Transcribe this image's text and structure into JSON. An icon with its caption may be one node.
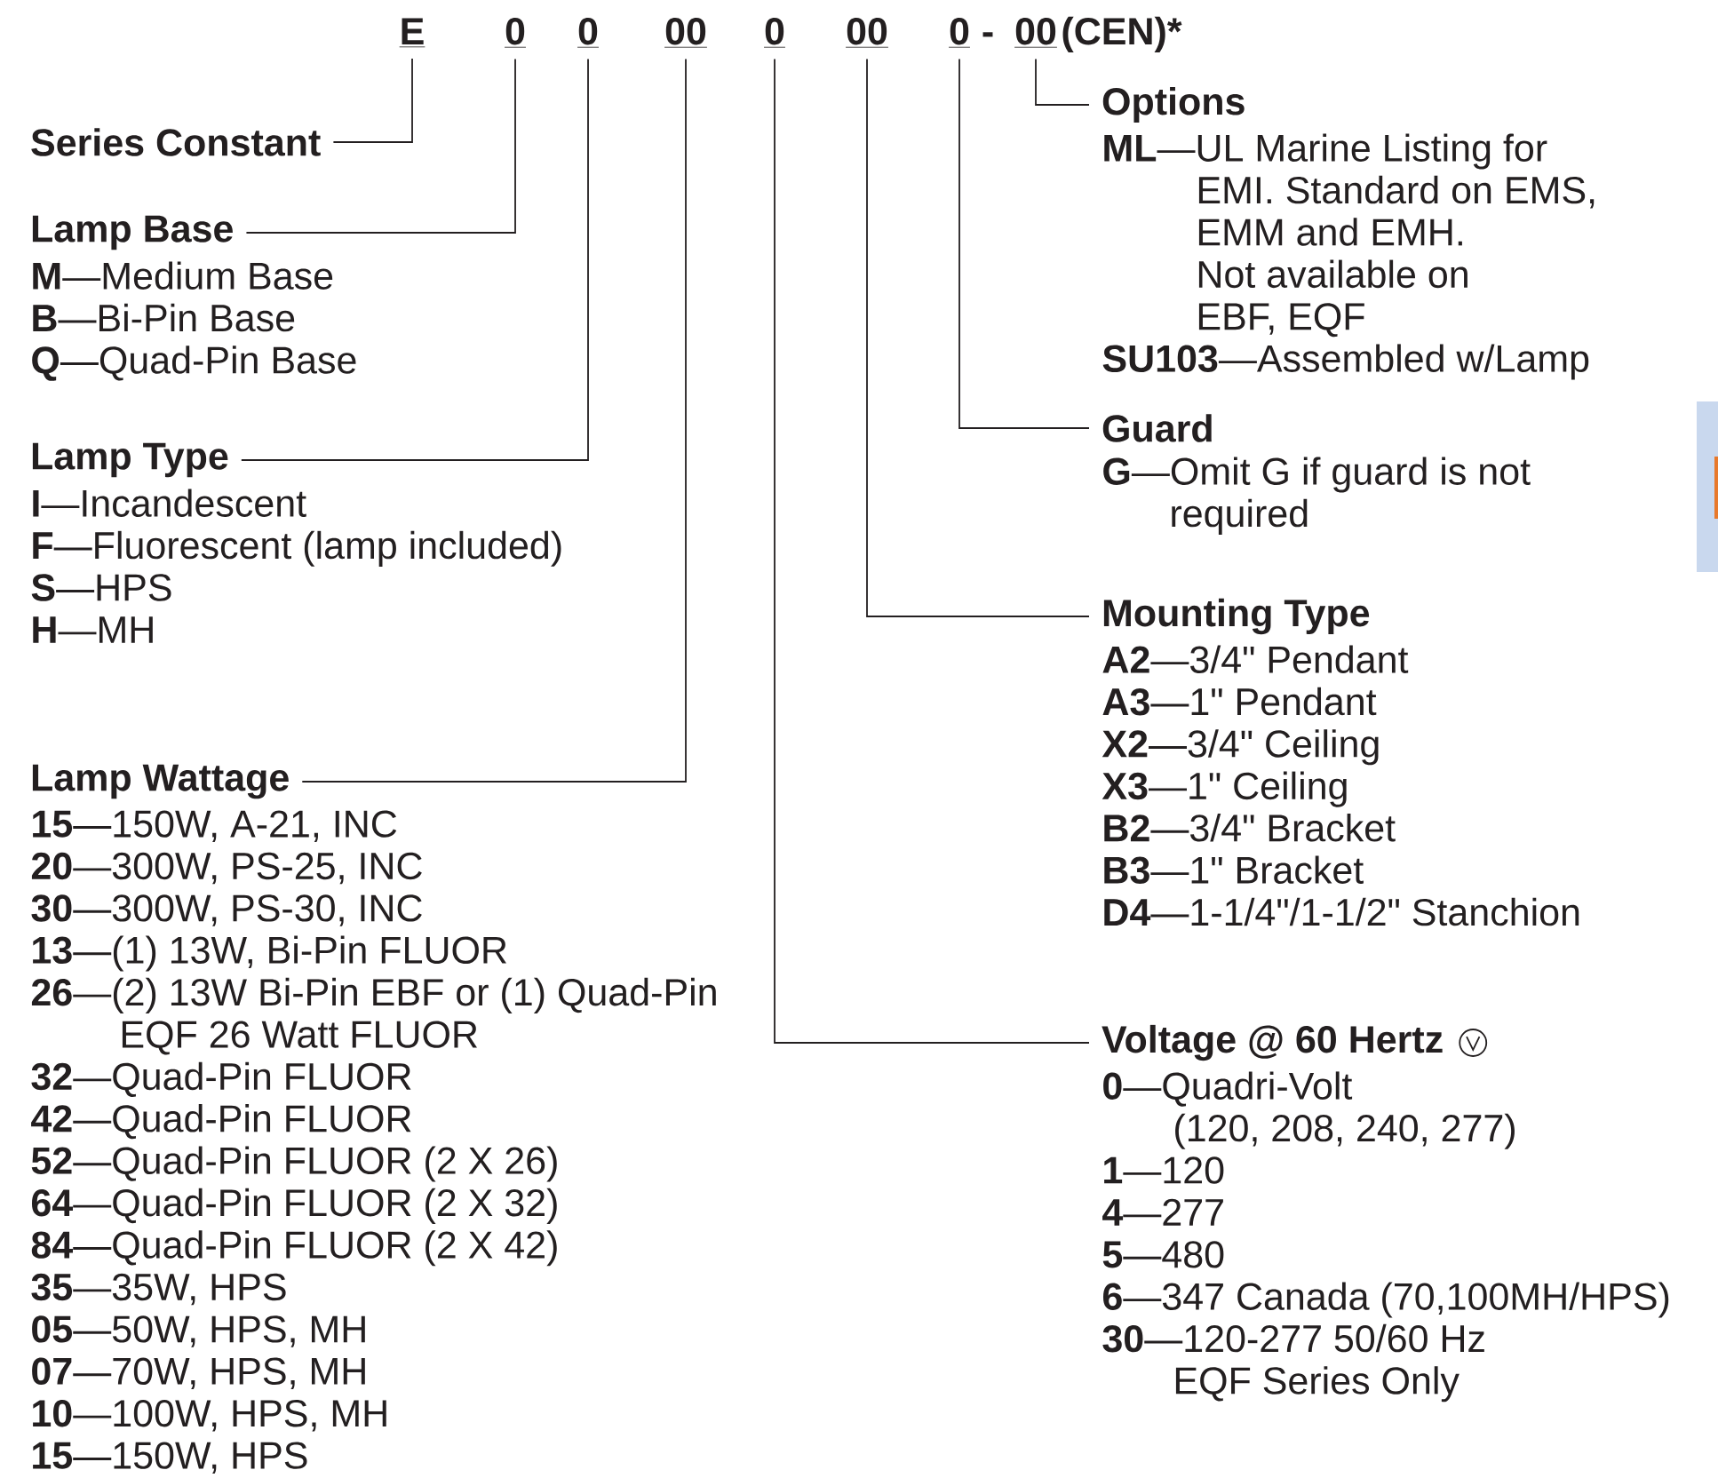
{
  "diagram": {
    "nodes": [
      {
        "text": [
          "E"
        ]
      },
      {
        "text": [
          "0"
        ]
      },
      {
        "text": [
          "0"
        ]
      },
      {
        "text": [
          "00"
        ]
      },
      {
        "text": [
          "0"
        ]
      },
      {
        "text": [
          "00"
        ]
      },
      {
        "text": [
          "0"
        ]
      },
      {
        "text": [
          "00"
        ]
      },
      {
        "text": [
          "Series Constant"
        ]
      },
      {
        "text": [
          "Lamp Base",
          "**M**—Medium Base",
          "**B**—Bi-Pin Base",
          "**Q**—Quad-Pin Base"
        ]
      },
      {
        "text": [
          "Lamp Type",
          "**I**—Incandescent",
          "**F**—Fluorescent (lamp included)",
          "**S**—HPS",
          "**H**—MH"
        ]
      },
      {
        "text": [
          "Lamp Wattage",
          "**15**—150W, A-21, INC",
          "**20**—300W, PS-25, INC",
          "**30**—300W, PS-30, INC",
          "**13**—(1) 13W, Bi-Pin FLUOR",
          "**26**—(2) 13W Bi-Pin EBF or (1) Quad-Pin EQF 26 Watt FLUOR",
          "**32**—Quad-Pin FLUOR",
          "**42**—Quad-Pin FLUOR",
          "**52**—Quad-Pin FLUOR (2 X 26)",
          "**64**—Quad-Pin FLUOR (2 X 32)",
          "**84**—Quad-Pin FLUOR (2 X 42)",
          "**35**—35W, HPS",
          "**05**—50W, HPS, MH",
          "**07**—70W, HPS, MH",
          "**10**—100W, HPS, MH",
          "**15**—150W, HPS"
        ]
      },
      {
        "text": [
          "Options",
          "**ML**—UL Marine Listing for EMI. Standard on EMS, EMM and EMH.",
          "Not available on EBF, EQF",
          "**SU103**—Assembled w/Lamp"
        ]
      },
      {
        "text": [
          "Guard",
          "**G**—Omit G if guard is not required"
        ]
      },
      {
        "text": [
          "Mounting Type",
          "**A2**—3/4\" Pendant",
          "**A3**—1\" Pendant",
          "**X2**—3/4\" Ceiling",
          "**X3**—1\" Ceiling",
          "**B2**—3/4\" Bracket",
          "**B3**—1\" Bracket",
          "**D4**—1-1/4\"/1-1/2\" Stanchion"
        ]
      },
      {
        "text": [
          "Voltage @ 60 Hertz",
          "**0**—Quadri-Volt (120, 208, 240, 277)",
          "**1**—120",
          "**4**—277",
          "**5**—480",
          "**6**—347 Canada (70,100MH/HPS)",
          "**30**—120-277 50/60 Hz EQF Series Only"
        ]
      }
    ],
    "edges": [
      {
        "from": 0,
        "to": 8,
        "arrow": "none"
      },
      {
        "from": 1,
        "to": 9,
        "arrow": "none"
      },
      {
        "from": 2,
        "to": 10,
        "arrow": "none"
      },
      {
        "from": 3,
        "to": 11,
        "arrow": "none"
      },
      {
        "from": 4,
        "to": 15,
        "arrow": "none"
      },
      {
        "from": 5,
        "to": 14,
        "arrow": "none"
      },
      {
        "from": 6,
        "to": 13,
        "arrow": "none"
      },
      {
        "from": 7,
        "to": 12,
        "arrow": "none"
      }
    ],
    "labels": [
      "-",
      "(CEN)*"
    ]
  }
}
